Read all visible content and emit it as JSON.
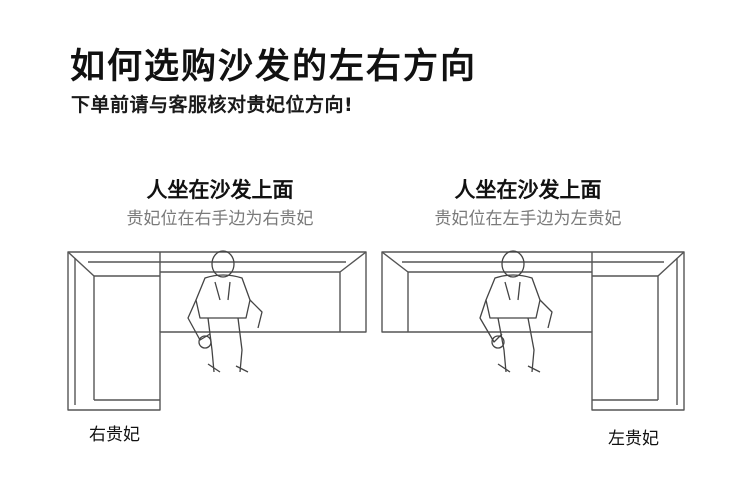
{
  "title": "如何选购沙发的左右方向",
  "subtitle": "下单前请与客服核对贵妃位方向!",
  "panels": [
    {
      "heading": "人坐在沙发上面",
      "note": "贵妃位在右手边为右贵妃",
      "label": "右贵妃"
    },
    {
      "heading": "人坐在沙发上面",
      "note": "贵妃位在左手边为左贵妃",
      "label": "左贵妃"
    }
  ],
  "colors": {
    "outline": "#555555",
    "heading": "#111111",
    "note": "#7a7a7a"
  }
}
